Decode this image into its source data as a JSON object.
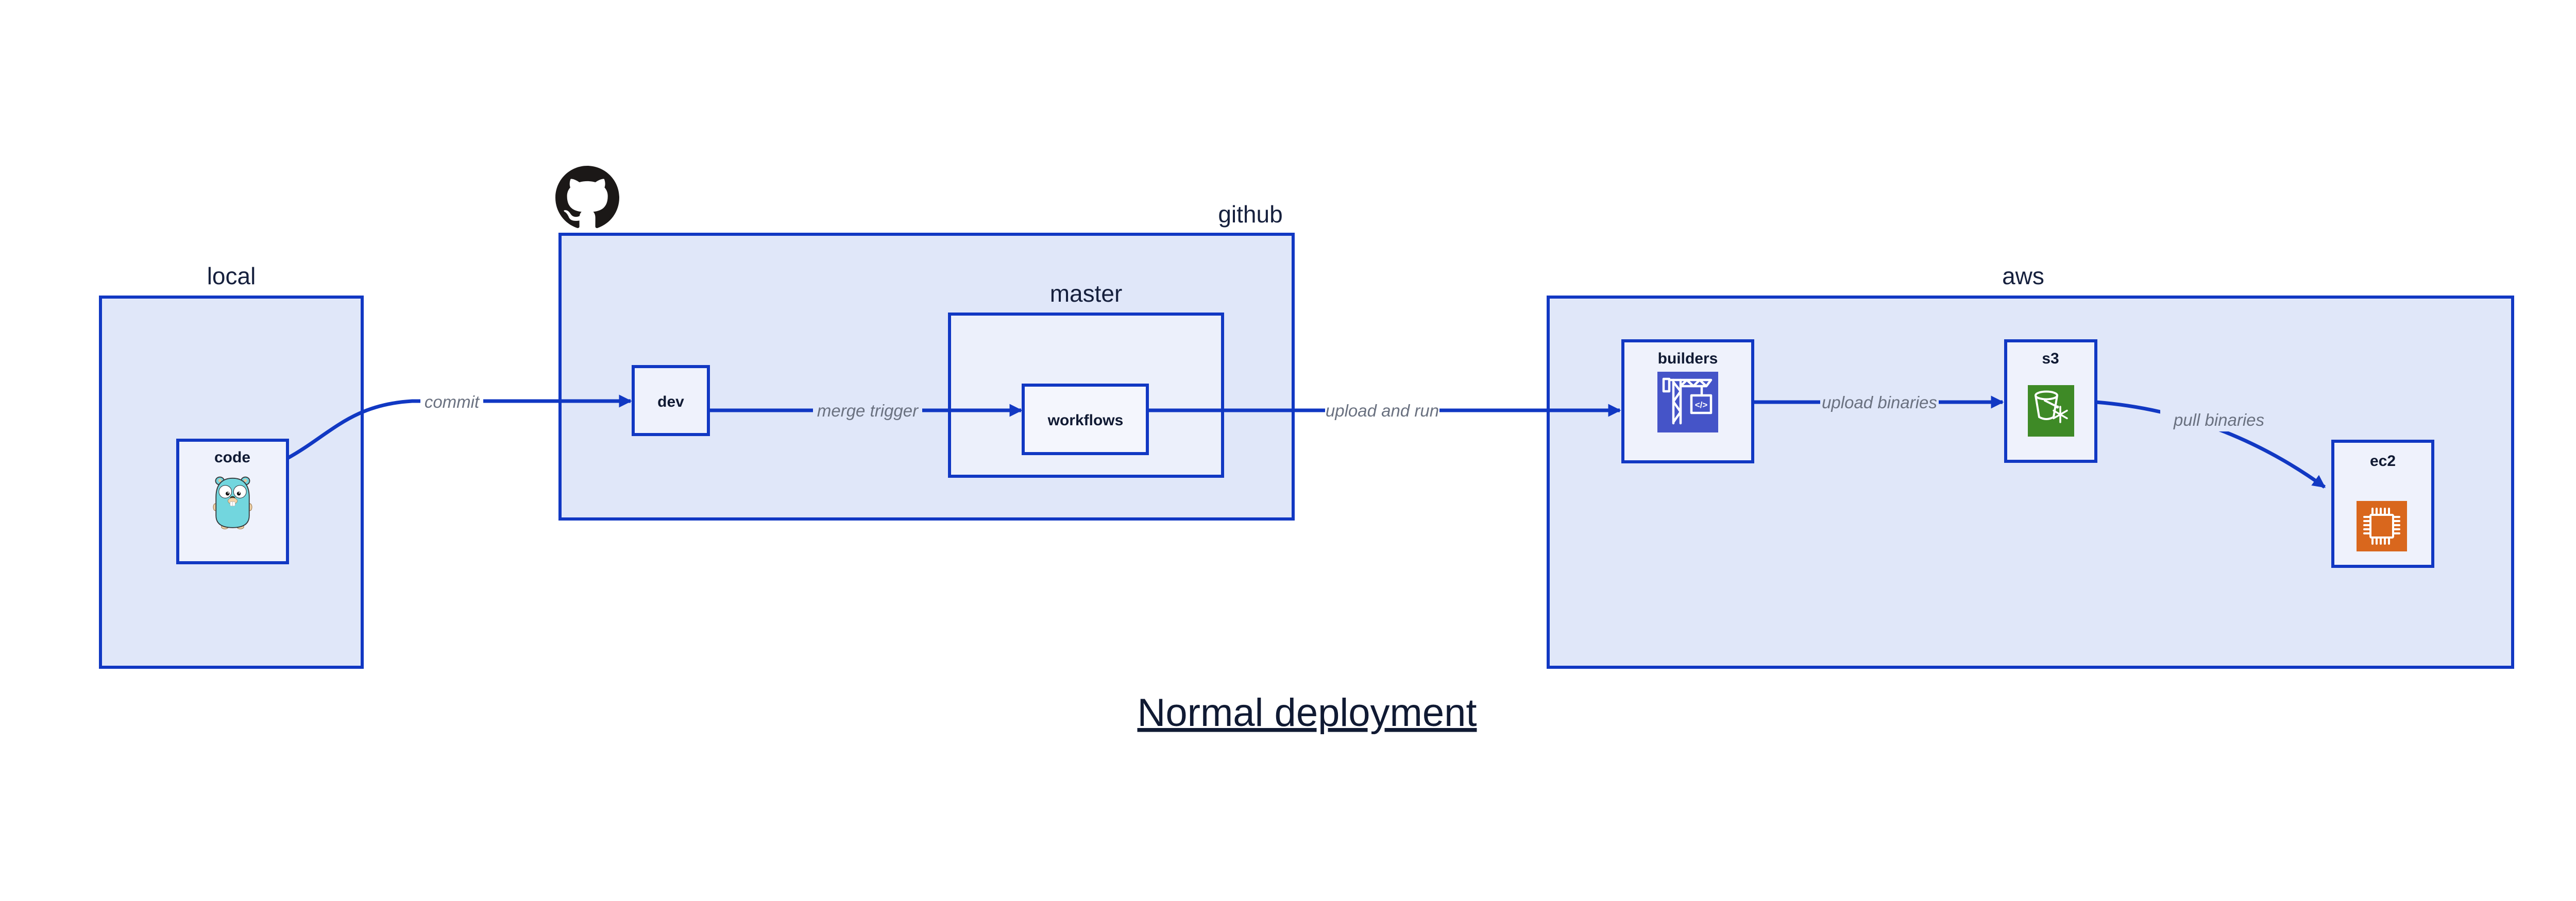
{
  "title": "Normal deployment",
  "groups": {
    "local": {
      "label": "local"
    },
    "github": {
      "label": "github",
      "icon": "github-octocat-icon"
    },
    "master": {
      "label": "master"
    },
    "aws": {
      "label": "aws"
    }
  },
  "nodes": {
    "code": {
      "label": "code",
      "icon": "go-gopher-icon"
    },
    "dev": {
      "label": "dev"
    },
    "workflows": {
      "label": "workflows"
    },
    "builders": {
      "label": "builders",
      "icon": "aws-codebuild-icon"
    },
    "s3": {
      "label": "s3",
      "icon": "aws-s3-glacier-icon"
    },
    "ec2": {
      "label": "ec2",
      "icon": "aws-ec2-icon"
    }
  },
  "edges": {
    "commit": {
      "from": "code",
      "to": "dev",
      "label": "commit"
    },
    "merge_trigger": {
      "from": "dev",
      "to": "workflows",
      "label": "merge trigger"
    },
    "upload_and_run": {
      "from": "workflows",
      "to": "builders",
      "label": "upload and run"
    },
    "upload_binaries": {
      "from": "builders",
      "to": "s3",
      "label": "upload binaries"
    },
    "pull_binaries": {
      "from": "s3",
      "to": "ec2",
      "label": "pull binaries"
    }
  },
  "colors": {
    "border_and_edge_blue": "#1138c3",
    "group_fill": "#e0e7f9",
    "subgroup_fill": "#ecf0fb",
    "node_fill": "#eff2fc",
    "inner_node_fill": "#f4f6fd",
    "label_navy": "#101a33",
    "edge_label_gray": "#6a7180",
    "codebuild_indigo": "#4554c8",
    "s3_glacier_green": "#3e8a26",
    "ec2_orange": "#d9671d",
    "gopher_teal": "#72d6de",
    "github_black": "#1b1817"
  }
}
